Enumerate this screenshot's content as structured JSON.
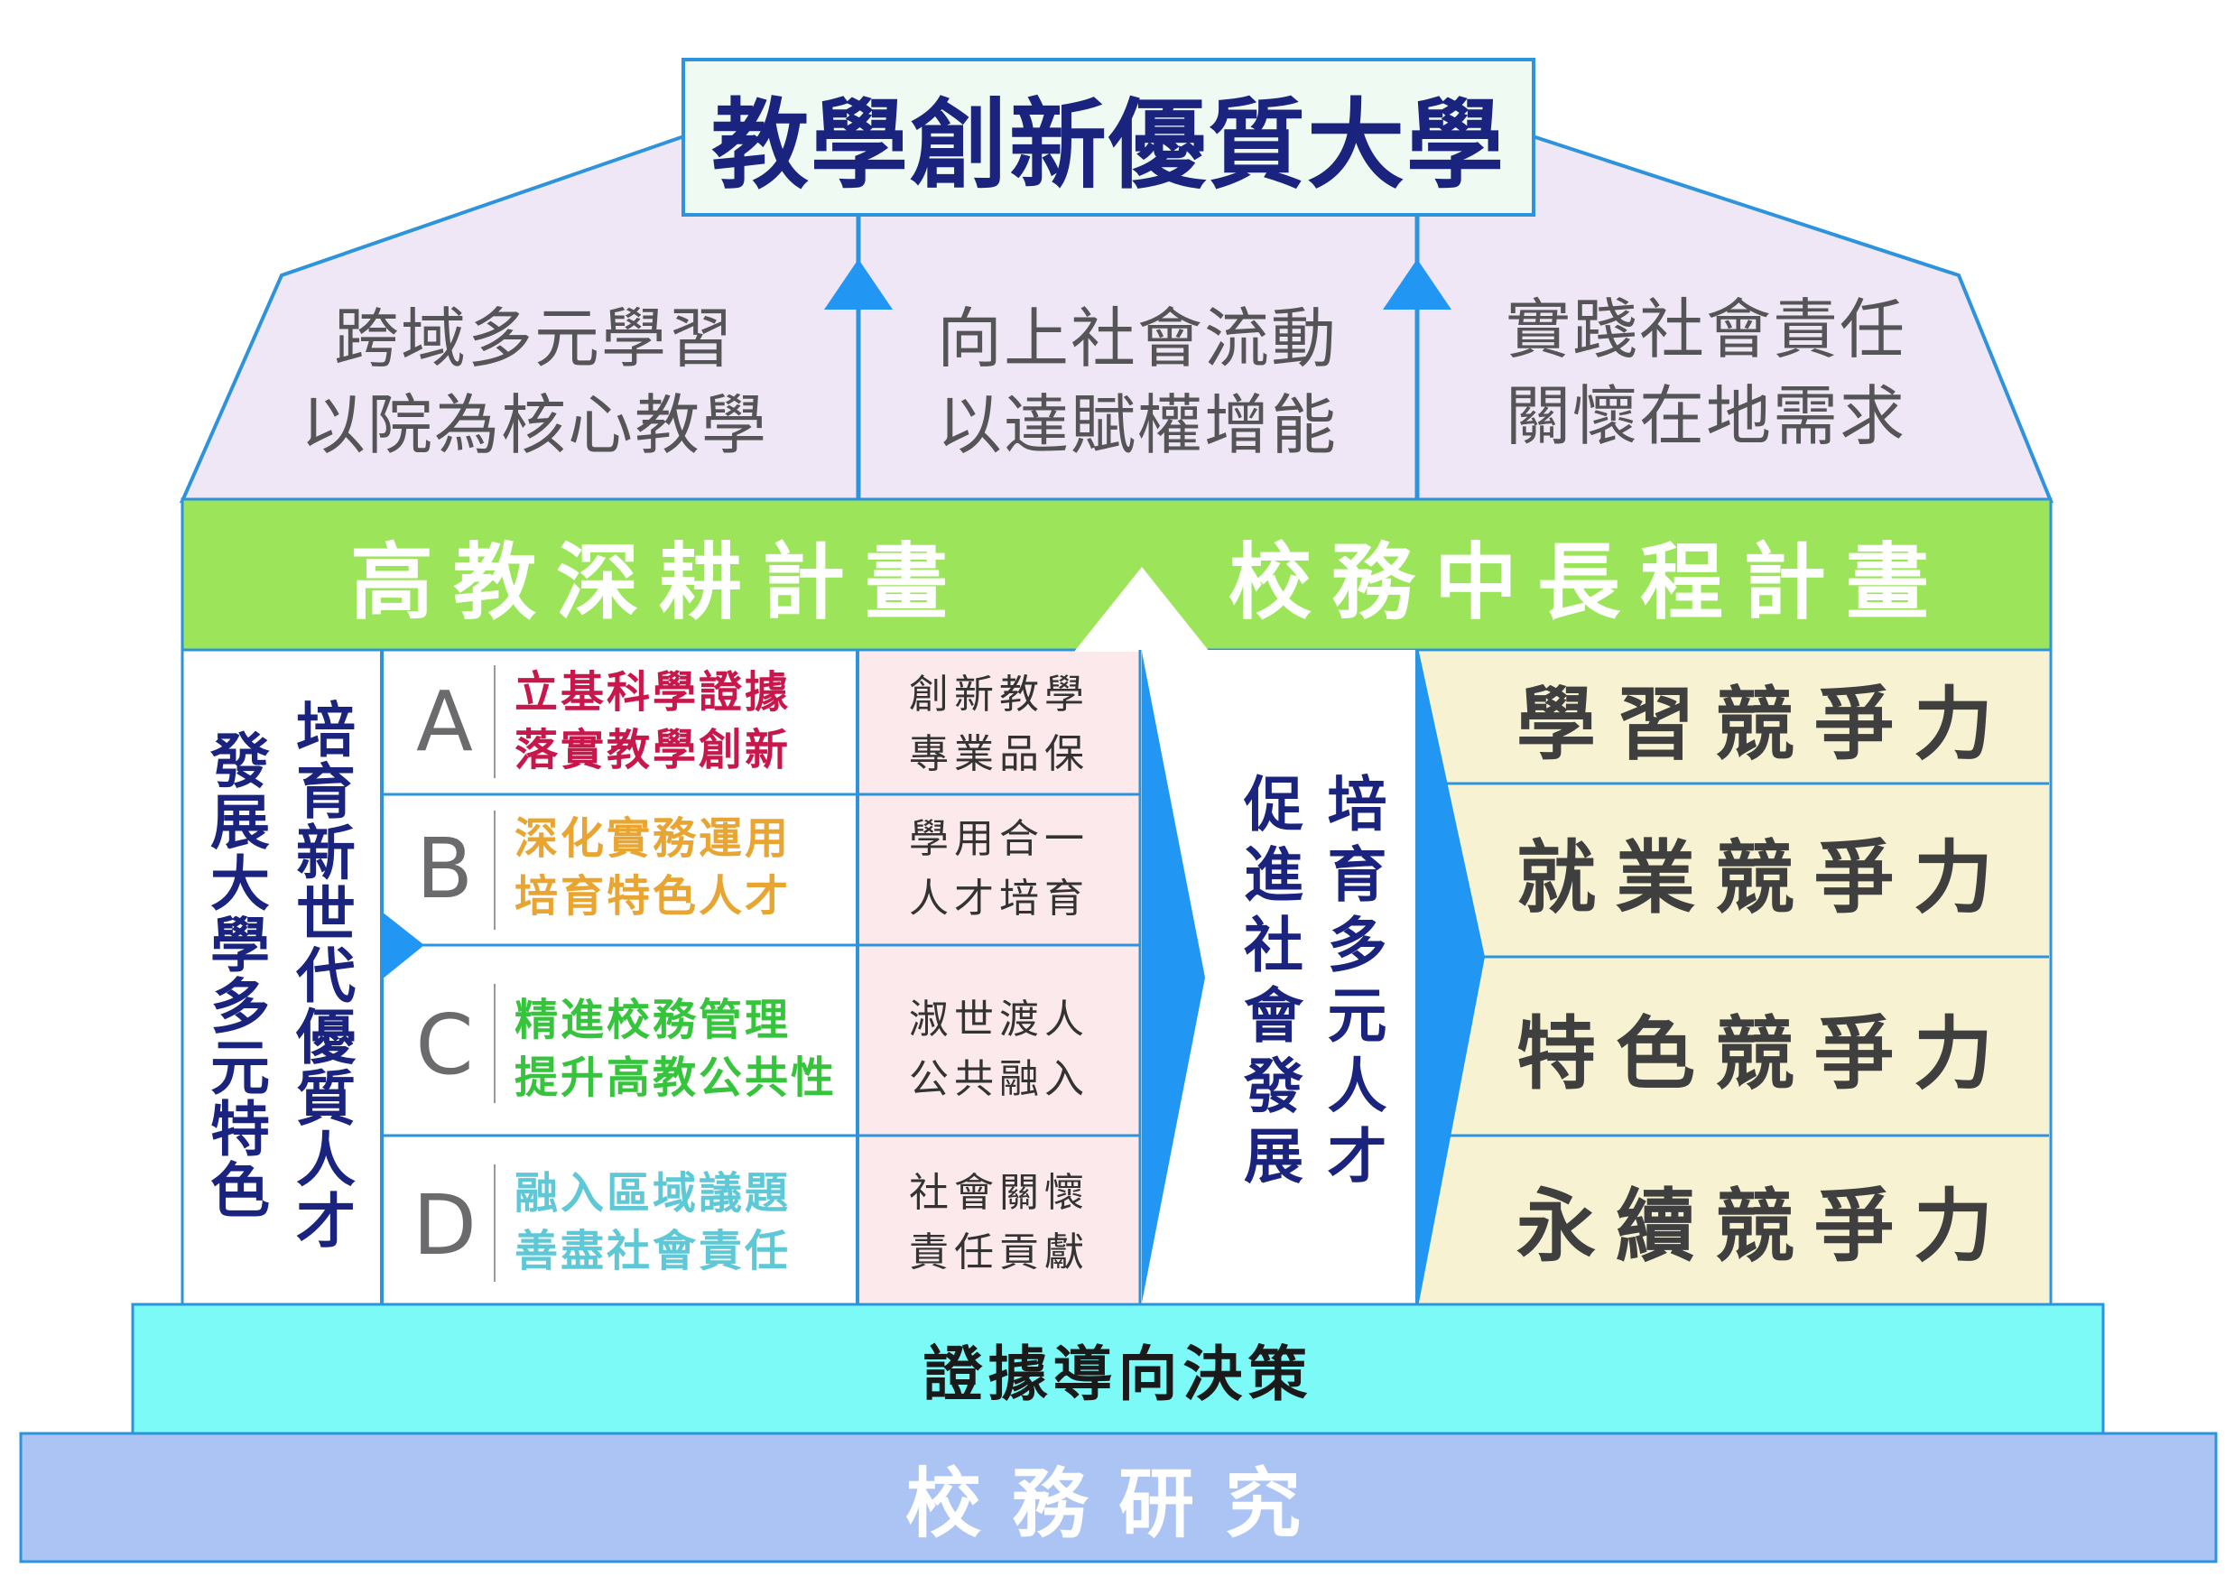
{
  "colors": {
    "accent_blue": "#2e93dd",
    "title_navy": "#1a237e",
    "roof_fill": "#f0e7f6",
    "band_green": "#9ce55b",
    "pink_cell": "#fbe9ec",
    "cream_cell": "#f7f3d2",
    "base_cyan": "#7bfaf8",
    "base_periwinkle": "#abc4f3"
  },
  "title": "教學創新優質大學",
  "roof": {
    "left": [
      "跨域多元學習",
      "以院為核心教學"
    ],
    "middle": [
      "向上社會流動",
      "以達賦權增能"
    ],
    "right": [
      "實踐社會責任",
      "關懷在地需求"
    ]
  },
  "band": {
    "left_label": "高教深耕計畫",
    "right_label": "校務中長程計畫"
  },
  "left_columns": {
    "outer": "發展大學多元特色",
    "inner": "培育新世代優質人才"
  },
  "strategies": [
    {
      "letter": "A",
      "goal_line1": "立基科學證據",
      "goal_line2": "落實教學創新",
      "sub_line1": "創新教學",
      "sub_line2": "專業品保"
    },
    {
      "letter": "B",
      "goal_line1": "深化實務運用",
      "goal_line2": "培育特色人才",
      "sub_line1": "學用合一",
      "sub_line2": "人才培育"
    },
    {
      "letter": "C",
      "goal_line1": "精進校務管理",
      "goal_line2": "提升高教公共性",
      "sub_line1": "淑世渡人",
      "sub_line2": "公共融入"
    },
    {
      "letter": "D",
      "goal_line1": "融入區域議題",
      "goal_line2": "善盡社會責任",
      "sub_line1": "社會關懷",
      "sub_line2": "責任貢獻"
    }
  ],
  "center_columns": {
    "right": "培育多元人才",
    "left": "促進社會發展"
  },
  "competitiveness": [
    "學習競爭力",
    "就業競爭力",
    "特色競爭力",
    "永續競爭力"
  ],
  "base": {
    "top": "證據導向決策",
    "bottom": "校務研究"
  }
}
